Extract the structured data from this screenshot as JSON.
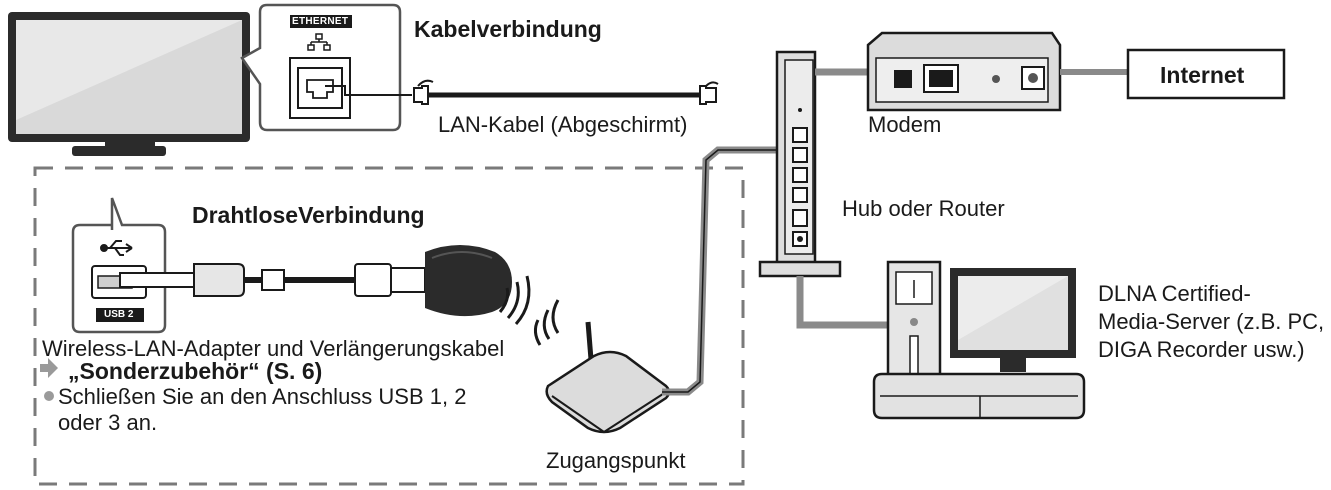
{
  "port_labels": {
    "ethernet": "ETHERNET",
    "usb": "USB 2"
  },
  "wired": {
    "heading": "Kabelverbindung",
    "cable": "LAN-Kabel (Abgeschirmt)"
  },
  "wireless": {
    "heading": "DrahtloseVerbindung",
    "adapter": "Wireless-LAN-Adapter und Verlängerungskabel",
    "reference": "„Sonderzubehör“ (S. 6)",
    "note": "Schließen Sie an den Anschluss USB 1, 2\noder 3 an.",
    "access_point": "Zugangspunkt"
  },
  "network": {
    "modem": "Modem",
    "internet": "Internet",
    "hub": "Hub oder Router",
    "server": "DLNA Certified-\nMedia-Server (z.B. PC,\nDIGA Recorder usw.)"
  },
  "colors": {
    "line": "#1a1a1a",
    "cable_gray": "#8a8a8a",
    "device_gray": "#d8d8d8",
    "dashed": "#7a7a7a"
  }
}
